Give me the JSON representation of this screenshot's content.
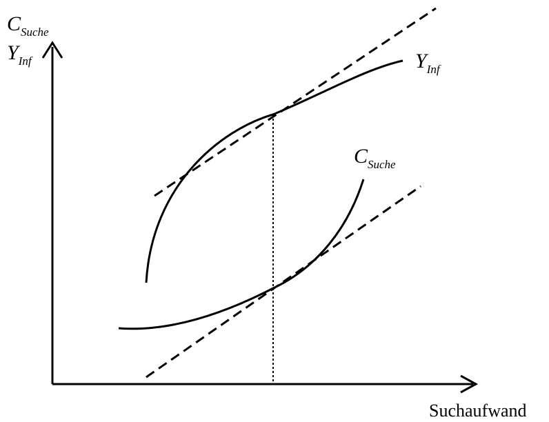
{
  "axes": {
    "y_label_1": {
      "main": "C",
      "sub": "Suche"
    },
    "y_label_2": {
      "main": "Y",
      "sub": "Inf"
    },
    "x_label": "Suchaufwand"
  },
  "curves": {
    "revenue": {
      "main": "Y",
      "sub": "Inf"
    },
    "cost": {
      "main": "C",
      "sub": "Suche"
    }
  },
  "colors": {
    "ink": "#000000",
    "background": "#ffffff"
  }
}
